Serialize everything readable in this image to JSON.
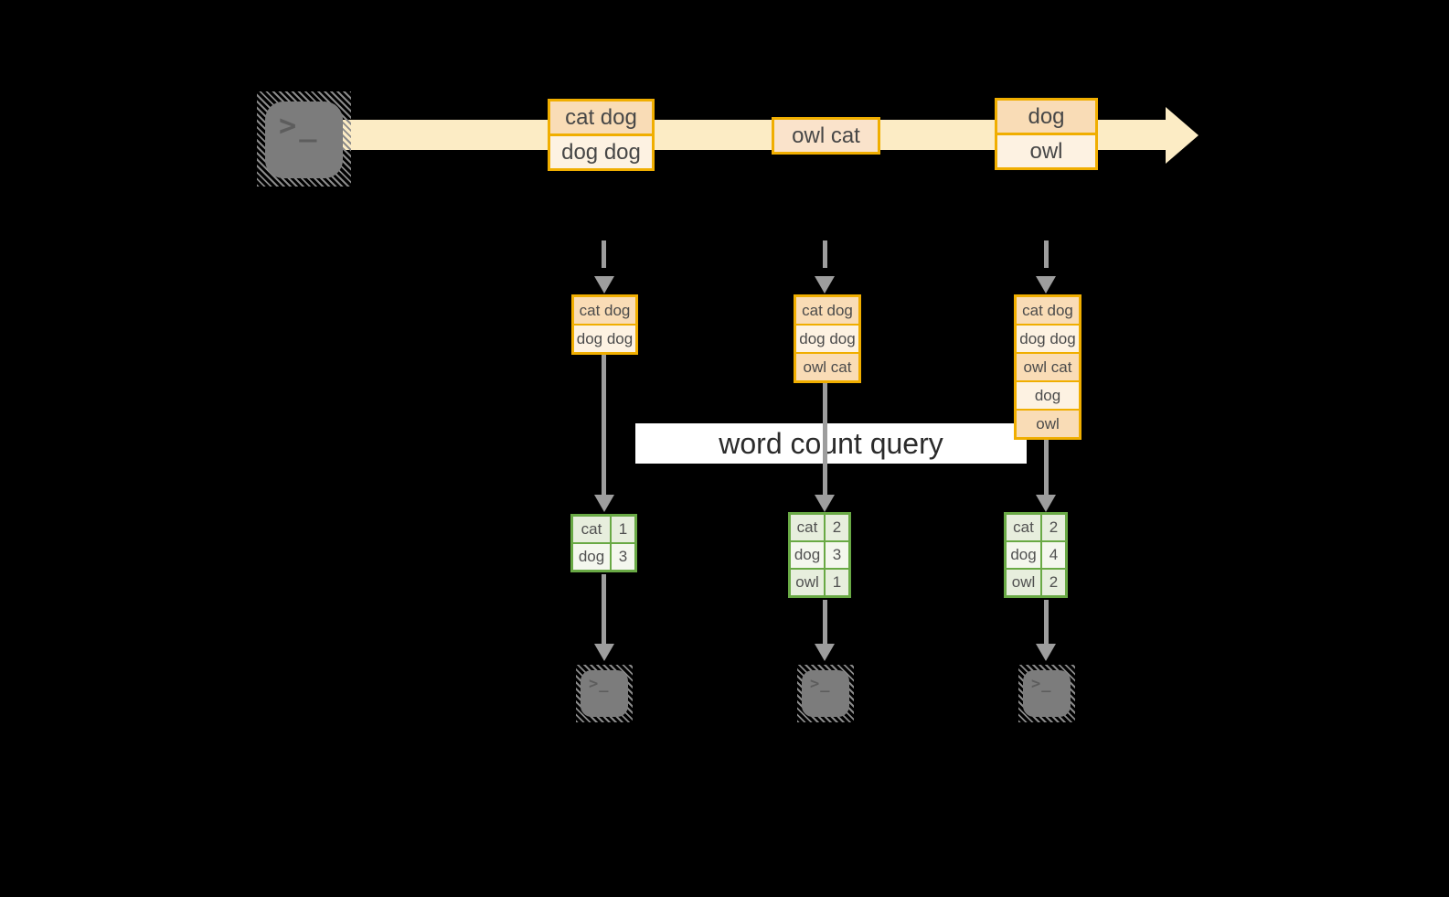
{
  "query_label": "word count query",
  "terminal_glyph": ">_",
  "colors": {
    "background": "#000000",
    "stream_band": "#fcecc5",
    "box_border": "#f0ae00",
    "box_fill_dark": "#f9dcb6",
    "box_fill_light": "#fdf2e2",
    "table_border": "#69a945",
    "table_fill_dark": "#e7eedd",
    "table_fill_light": "#f4f7ee",
    "arrow_gray": "#9d9d9d",
    "terminal_gray": "#7c7c7c"
  },
  "stream": {
    "events": [
      {
        "rows": [
          "cat dog",
          "dog dog"
        ]
      },
      {
        "rows": [
          "owl cat"
        ]
      },
      {
        "rows": [
          "dog",
          "owl"
        ]
      }
    ]
  },
  "columns": [
    {
      "buffer": [
        "cat dog",
        "dog dog"
      ],
      "counts": [
        {
          "word": "cat",
          "count": "1"
        },
        {
          "word": "dog",
          "count": "3"
        }
      ]
    },
    {
      "buffer": [
        "cat dog",
        "dog dog",
        "owl cat"
      ],
      "counts": [
        {
          "word": "cat",
          "count": "2"
        },
        {
          "word": "dog",
          "count": "3"
        },
        {
          "word": "owl",
          "count": "1"
        }
      ]
    },
    {
      "buffer": [
        "cat dog",
        "dog dog",
        "owl cat",
        "dog",
        "owl"
      ],
      "counts": [
        {
          "word": "cat",
          "count": "2"
        },
        {
          "word": "dog",
          "count": "4"
        },
        {
          "word": "owl",
          "count": "2"
        }
      ]
    }
  ]
}
